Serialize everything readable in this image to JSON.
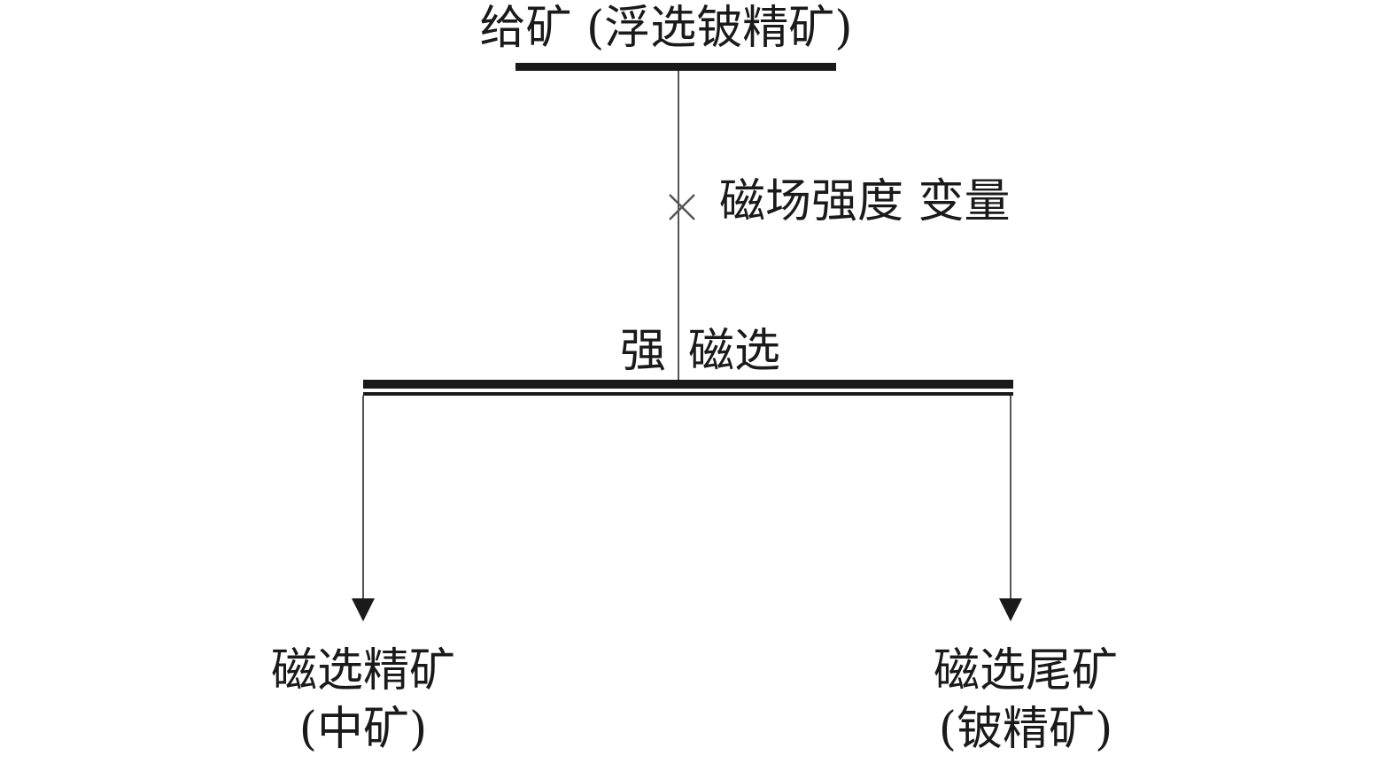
{
  "feed": {
    "label": "给矿 (浮选铍精矿)"
  },
  "condition": {
    "label": "磁场强度 变量"
  },
  "operation": {
    "char1": "强",
    "char2": "磁选"
  },
  "products": [
    {
      "line1": "磁选精矿",
      "line2": "(中矿)"
    },
    {
      "line1": "磁选尾矿",
      "line2": "(铍精矿)"
    }
  ],
  "colors": {
    "ink": "#1a1a1a",
    "line": "#555555"
  }
}
